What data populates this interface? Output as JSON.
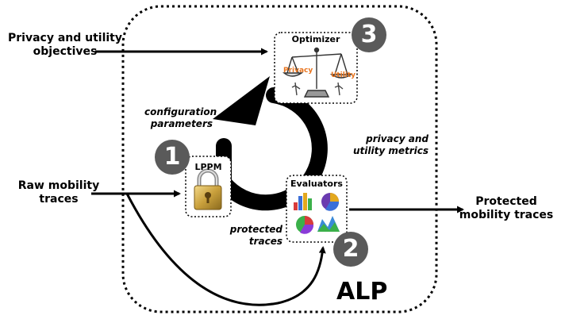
{
  "inputs": {
    "objectives": [
      "Privacy and utility",
      "objectives"
    ],
    "raw_traces": [
      "Raw mobility",
      "traces"
    ]
  },
  "output": {
    "protected_traces": [
      "Protected",
      "mobility traces"
    ]
  },
  "components": {
    "optimizer": {
      "title": "Optimizer",
      "badge": "3",
      "privacy_label": "Privacy",
      "utility_label": "Utility"
    },
    "lppm": {
      "title": "LPPM",
      "badge": "1"
    },
    "evaluators": {
      "title": "Evaluators",
      "badge": "2"
    }
  },
  "flows": {
    "configuration": [
      "configuration",
      "parameters"
    ],
    "metrics": [
      "privacy and",
      "utility metrics"
    ],
    "protected": [
      "protected",
      "traces"
    ]
  },
  "system_label": "ALP",
  "colors": {
    "badge": "#5a5a5a",
    "accent": "#e8741e",
    "lock_gold": "#c9a03c"
  }
}
